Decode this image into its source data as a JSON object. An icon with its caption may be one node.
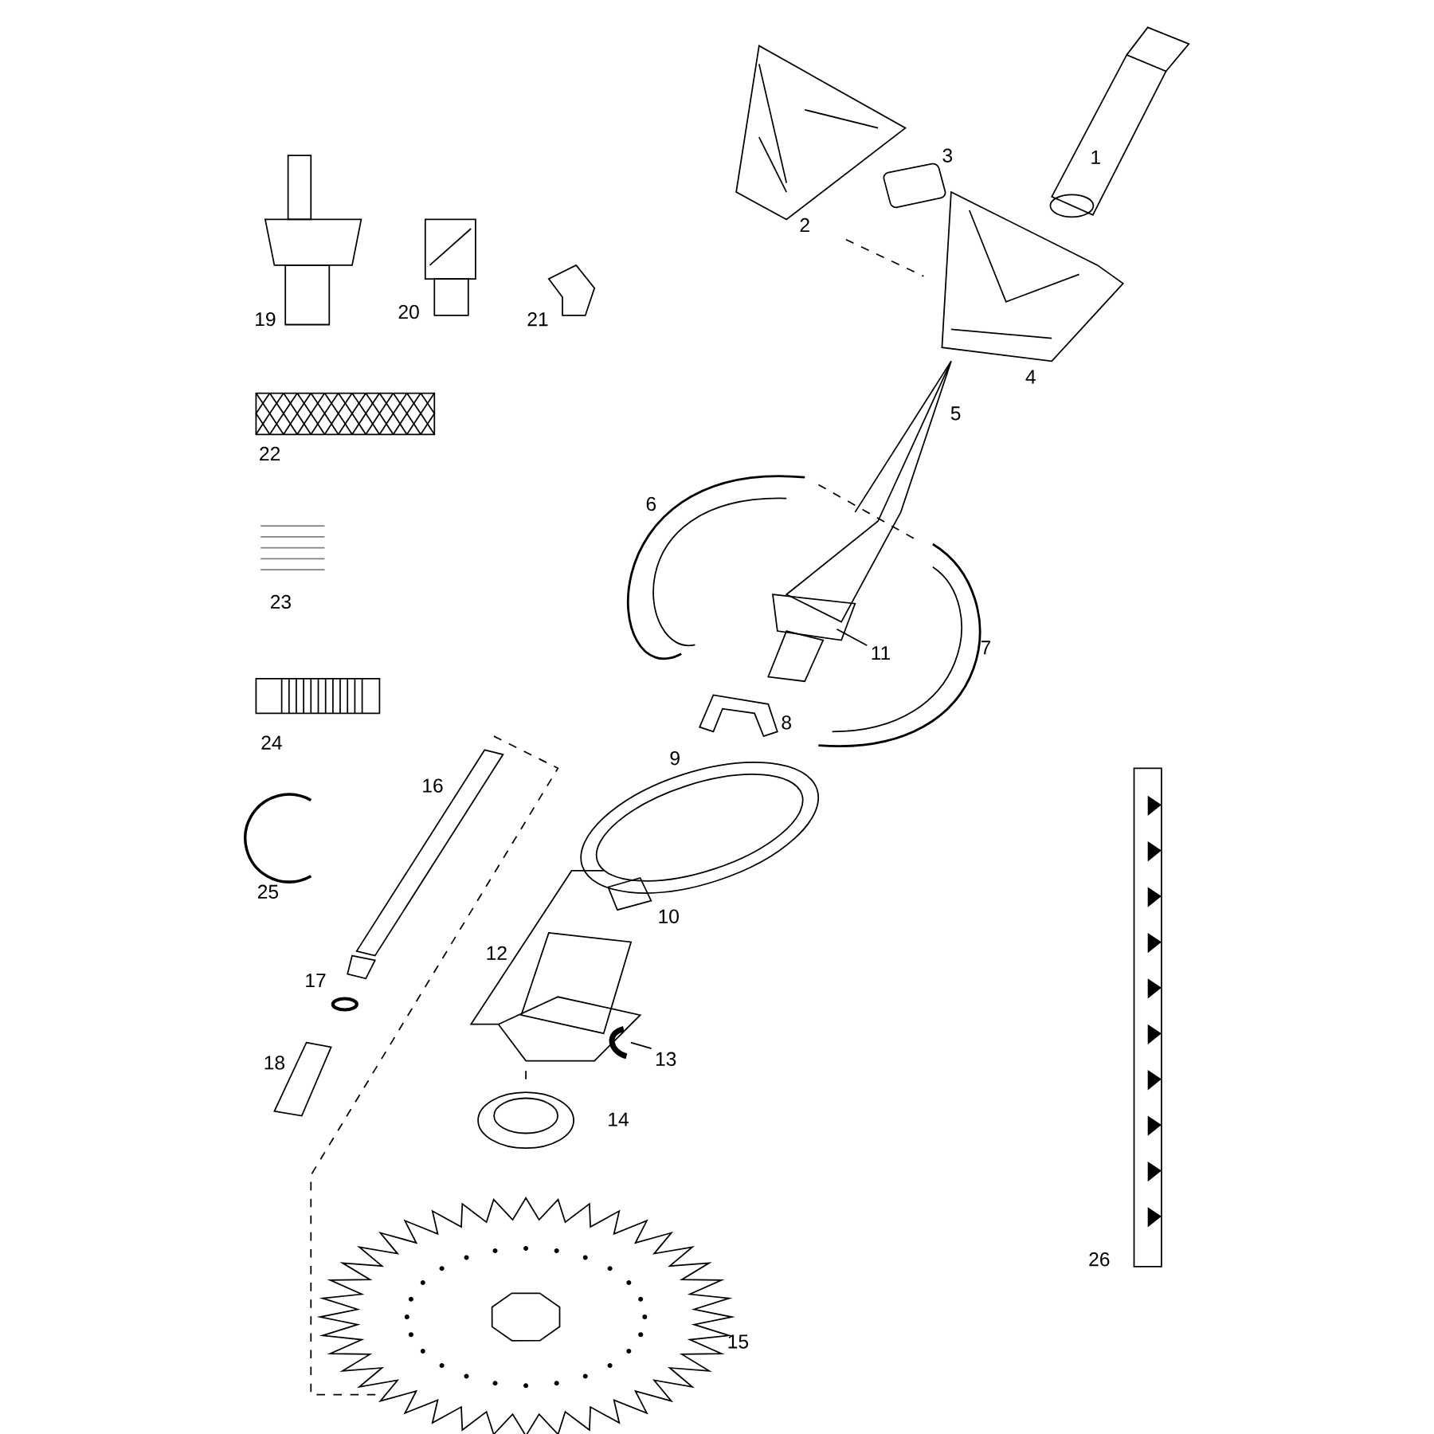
{
  "diagram": {
    "nodes": [
      {
        "text": [
          "11"
        ]
      },
      {
        "text": [
          "13"
        ]
      },
      {
        "text": [],
        "shape": "picture"
      }
    ],
    "edges": [
      {
        "from": 0,
        "to": null,
        "arrow": "none"
      },
      {
        "from": 1,
        "to": 2,
        "arrow": "none"
      }
    ],
    "labels": [
      "1",
      "3",
      "2",
      "19",
      "20",
      "21",
      "4",
      "5",
      "22",
      "6",
      "23",
      "7",
      "8",
      "24",
      "9",
      "16",
      "25",
      "10",
      "12",
      "17",
      "18",
      "14",
      "26",
      "15"
    ]
  }
}
